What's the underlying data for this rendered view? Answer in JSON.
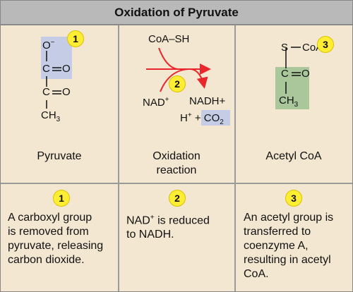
{
  "title": "Oxidation of Pyruvate",
  "steps": [
    {
      "number": "1",
      "label": "Pyruvate",
      "description_lines": [
        "A carboxyl group",
        "is removed from",
        "pyruvate, releasing",
        "carbon dioxide."
      ]
    },
    {
      "number": "2",
      "label_lines": [
        "Oxidation",
        "reaction"
      ],
      "description_pre": "NAD",
      "description_sup": "+",
      "description_post": " is reduced",
      "description_line2": "to NADH."
    },
    {
      "number": "3",
      "label": "Acetyl CoA",
      "description_lines": [
        "An acetyl group is",
        "transferred to",
        "coenzyme A,",
        "resulting in acetyl",
        "CoA."
      ]
    }
  ],
  "pyruvate": {
    "o_minus": "O",
    "charge": "−",
    "c1": "C",
    "o1": "O",
    "c2": "C",
    "o2": "O",
    "ch": "CH",
    "sub3": "3"
  },
  "reaction": {
    "coa_sh": "CoA–SH",
    "nad": "NAD",
    "nad_sup": "+",
    "nadh": "NADH+",
    "h": "H",
    "h_sup": "+",
    "plus": " + ",
    "co": "CO",
    "co_sub": "2"
  },
  "acetyl": {
    "s": "S",
    "coa": "CoA",
    "c": "C",
    "o": "O",
    "ch": "CH",
    "sub3": "3"
  },
  "colors": {
    "highlight_blue": "#c5cde6",
    "highlight_green": "#a9c79a",
    "arrow_red": "#e8262b",
    "badge_yellow": "#ffee33",
    "title_gray": "#b9b9b9",
    "panel_tan": "#f3e7d1"
  }
}
